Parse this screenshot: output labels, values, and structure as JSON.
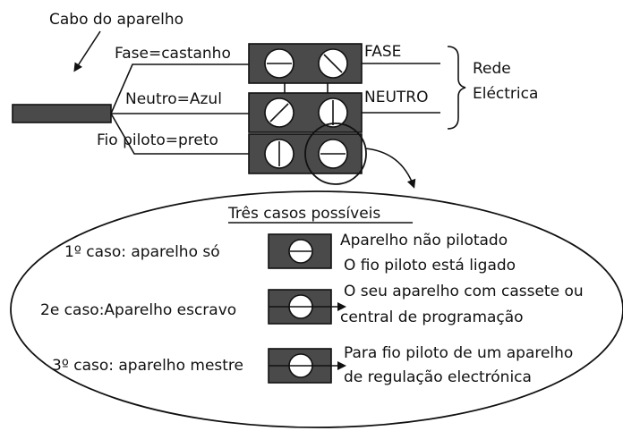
{
  "labels": {
    "cabo": "Cabo do aparelho",
    "fase_wire": "Fase=castanho",
    "neutro_wire": "Neutro=Azul",
    "piloto_wire": "Fio piloto=preto",
    "fase": "FASE",
    "neutro": "NEUTRO",
    "rede_1": "Rede",
    "rede_2": "Eléctrica"
  },
  "cases": {
    "title": "Três casos possíveis",
    "items": [
      {
        "label": "1º caso: aparelho só",
        "desc_1": "Aparelho não pilotado",
        "desc_2": "O fio piloto está ligado"
      },
      {
        "label": "2e caso:Aparelho escravo",
        "desc_1": "O seu aparelho com cassete ou",
        "desc_2": "central de programação"
      },
      {
        "label": "3º caso: aparelho mestre",
        "desc_1": "Para fio piloto de um aparelho",
        "desc_2": "de regulação electrónica"
      }
    ]
  },
  "colors": {
    "ink": "#111111",
    "terminal_block": "#4a4a4a",
    "background": "#ffffff"
  }
}
